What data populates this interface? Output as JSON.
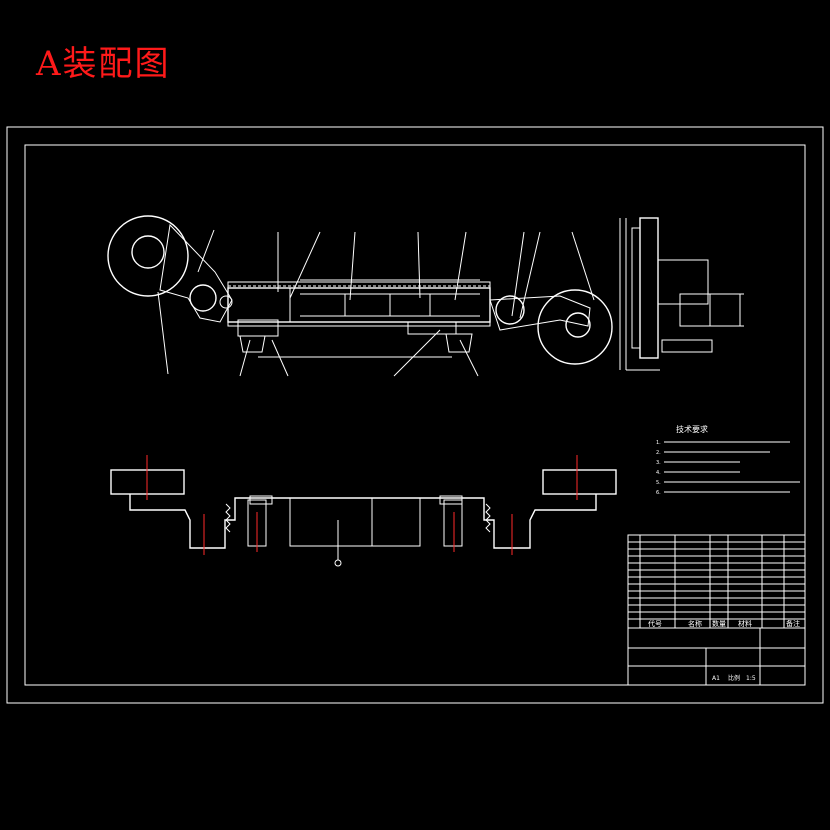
{
  "title": {
    "text": "A装配图",
    "color": "#ff1a1a"
  },
  "colors": {
    "background": "#000000",
    "line": "#ffffff",
    "centerline": "#ff2a2a"
  },
  "tech": {
    "heading": "技术要求",
    "lines": [
      "1.",
      "2.",
      "3.",
      "4.",
      "5.",
      "6."
    ]
  },
  "title_block": {
    "header": [
      "代号",
      "名称",
      "数量",
      "材料",
      "备注"
    ],
    "drawing_name": "",
    "bottom": [
      "A1",
      "比例",
      "1:5"
    ]
  }
}
